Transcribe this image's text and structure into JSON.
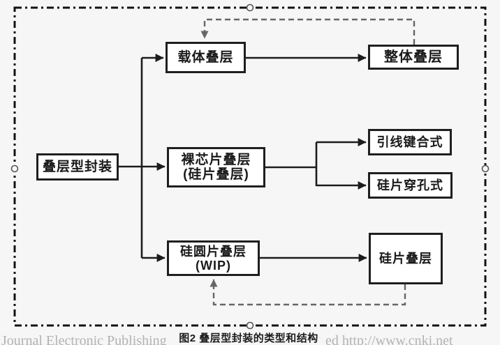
{
  "figure": {
    "caption": "图2 叠层型封装的类型和结构",
    "watermark_left": "Journal Electronic Publishing",
    "watermark_right": "ed    http://www.cnki.net"
  },
  "diagram": {
    "type": "flowchart",
    "nodes": [
      {
        "id": "root",
        "label": "叠层型封装"
      },
      {
        "id": "carrier",
        "label": "载体叠层"
      },
      {
        "id": "overall",
        "label": "整体叠层"
      },
      {
        "id": "bare_die",
        "label": "裸芯片叠层",
        "sublabel": "(硅片叠层)"
      },
      {
        "id": "wire_bond",
        "label": "引线键合式"
      },
      {
        "id": "tsv",
        "label": "硅片穿孔式"
      },
      {
        "id": "wafer",
        "label": "硅圆片叠层",
        "sublabel": "(WIP)"
      },
      {
        "id": "chip_stack",
        "label": "硅片叠层"
      }
    ],
    "edges": [
      {
        "from": "root",
        "to": "carrier",
        "style": "solid-arrow"
      },
      {
        "from": "root",
        "to": "bare_die",
        "style": "solid-arrow"
      },
      {
        "from": "root",
        "to": "wafer",
        "style": "solid-arrow"
      },
      {
        "from": "carrier",
        "to": "overall",
        "style": "solid-arrow"
      },
      {
        "from": "bare_die",
        "to": "wire_bond",
        "style": "solid-arrow"
      },
      {
        "from": "bare_die",
        "to": "tsv",
        "style": "solid-arrow"
      },
      {
        "from": "wafer",
        "to": "chip_stack",
        "style": "solid-arrow"
      },
      {
        "from": "overall",
        "to": "carrier",
        "style": "dashed-arrow"
      },
      {
        "from": "chip_stack",
        "to": "wafer",
        "style": "dashed-arrow"
      }
    ],
    "colors": {
      "background": "#f6f6f6",
      "box_fill": "#ffffff",
      "box_border": "#1f1f1f",
      "solid_line": "#1c1c1c",
      "dashed_line": "#666666",
      "frame_border": "#111111",
      "caption_text": "#1c1c1c",
      "watermark_text": "#b3b3b3"
    }
  }
}
